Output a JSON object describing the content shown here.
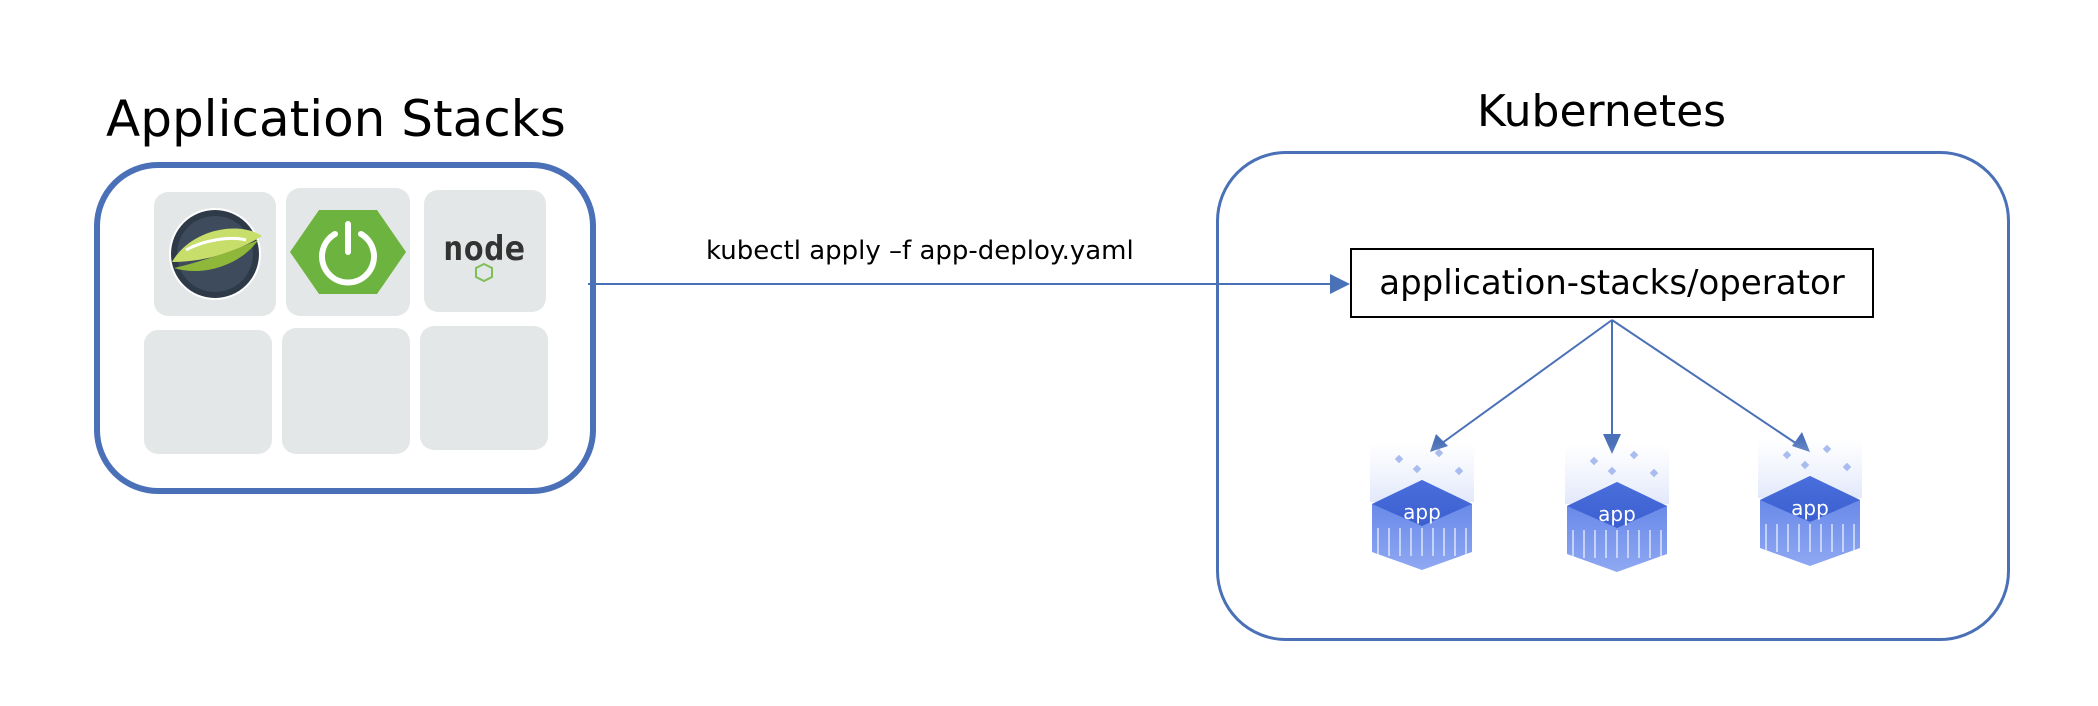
{
  "left_panel": {
    "title": "Application Stacks",
    "node_logo_text": "node"
  },
  "right_panel": {
    "title": "Kubernetes",
    "operator_label": "application-stacks/operator"
  },
  "connection": {
    "label": "kubectl apply –f app-deploy.yaml"
  },
  "apps": [
    {
      "label": "app"
    },
    {
      "label": "app"
    },
    {
      "label": "app"
    }
  ],
  "colors": {
    "frame": "#4a70b8",
    "tile": "#e4e7e7",
    "spring_green": "#6db33f",
    "app_blue": "#4a6fdc"
  },
  "icons": [
    "open-liberty-icon",
    "spring-icon",
    "nodejs-icon",
    "container-icon"
  ]
}
